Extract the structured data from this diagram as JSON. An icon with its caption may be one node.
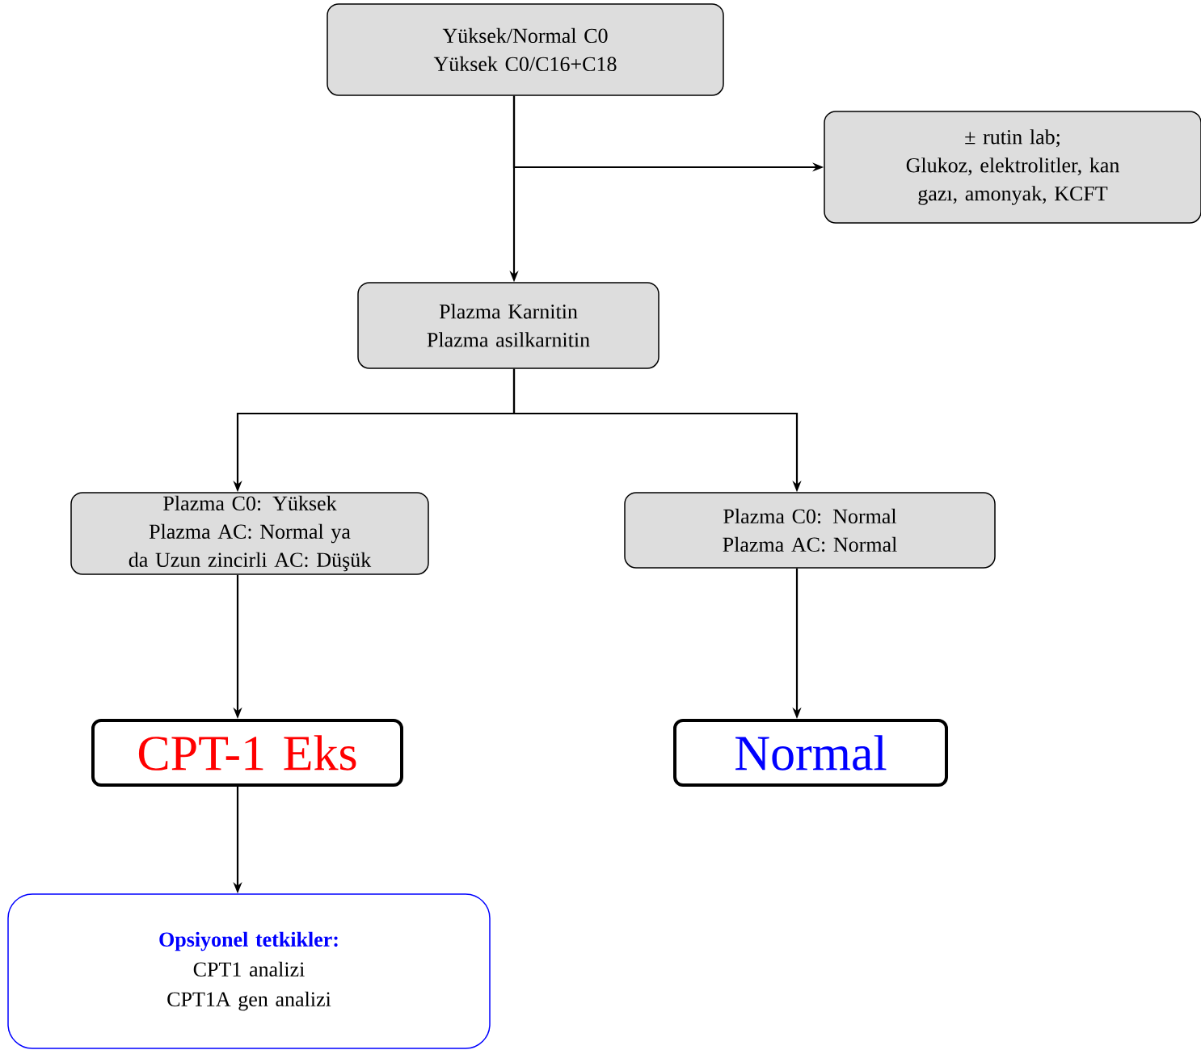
{
  "diagram": {
    "nodes": [
      {
        "text": [
          "Yüksek/Normal C0 Yüksek C0/C16+C18"
        ]
      },
      {
        "text": [
          "± rutin lab;",
          "Glukoz, elektrolitler, kan gazı, amonyak, KCFT"
        ]
      },
      {
        "text": [
          "Plazma Karnitin Plazma asilkarnitin"
        ]
      },
      {
        "text": [
          "Plazma C0: Yüksek Plazma AC: Normal ya da Uzun zincirli AC: Düşük"
        ]
      },
      {
        "text": [
          "Plazma C0: Normal Plazma AC: Normal"
        ]
      },
      {
        "text": [
          "CPT-1 Eks"
        ]
      },
      {
        "text": [
          "Normal"
        ]
      },
      {
        "text": [
          "Opsiyonel tetkikler:",
          "CPT1 analizi",
          "CPT1A gen analizi"
        ]
      }
    ],
    "edges": [
      {
        "from": 0,
        "to": 2,
        "arrow": "to"
      },
      {
        "from": 0,
        "to": 1,
        "arrow": "to"
      },
      {
        "from": 2,
        "to": 3,
        "arrow": "to"
      },
      {
        "from": 2,
        "to": 4,
        "arrow": "to"
      },
      {
        "from": 3,
        "to": 5,
        "arrow": "to"
      },
      {
        "from": 4,
        "to": 6,
        "arrow": "to"
      },
      {
        "from": 5,
        "to": 7,
        "arrow": "to"
      }
    ]
  }
}
